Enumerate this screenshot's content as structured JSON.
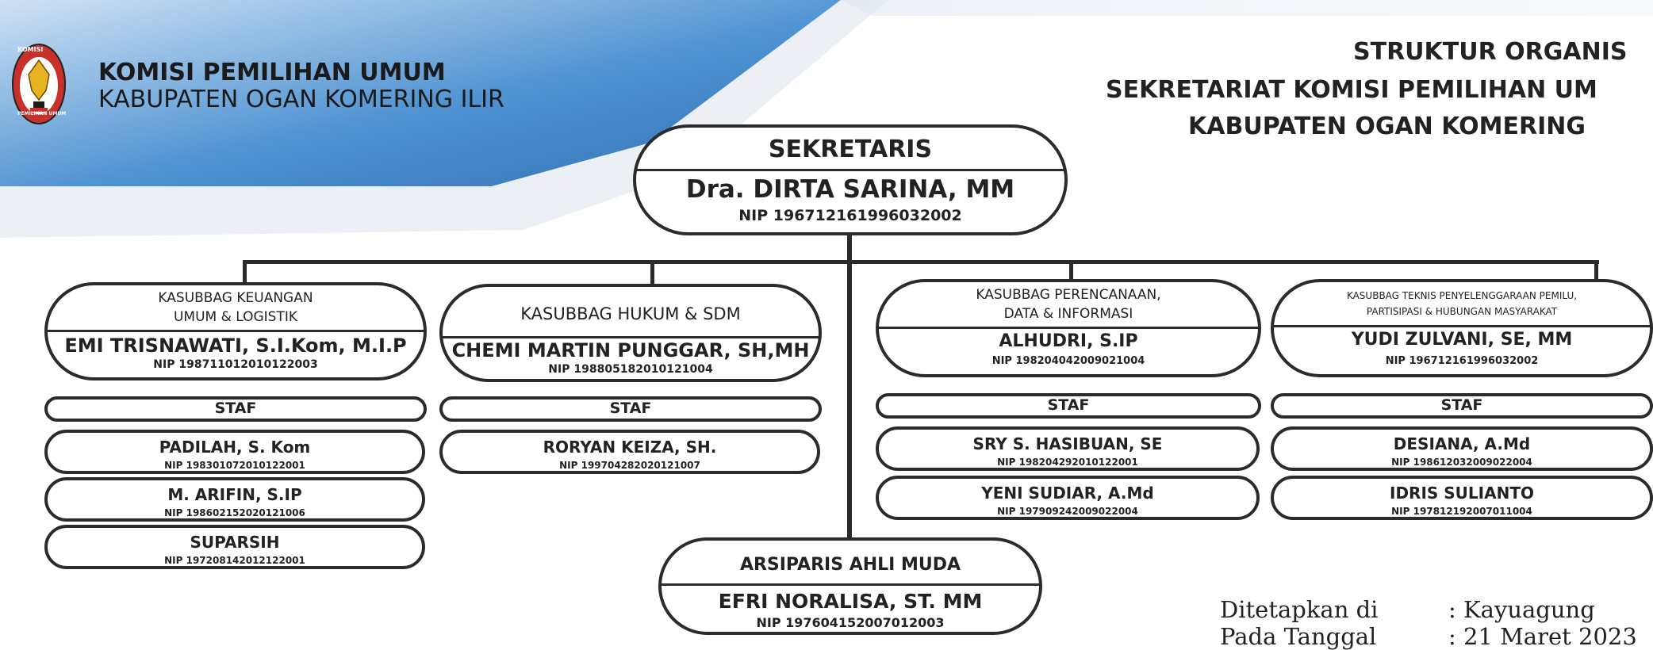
{
  "header": {
    "org_name": "KOMISI PEMILIHAN UMUM",
    "org_region": "KABUPATEN OGAN KOMERING ILIR",
    "logo_text_top": "KOMISI",
    "logo_text_bottom": "PEMILIHAN UMUM",
    "title_line1": "STRUKTUR ORGANIS",
    "title_line2": "SEKRETARIAT KOMISI PEMILIHAN UM",
    "title_line3": "KABUPATEN OGAN KOMERING"
  },
  "sekretaris": {
    "role": "SEKRETARIS",
    "name": "Dra. DIRTA SARINA, MM",
    "nip": "NIP 196712161996032002"
  },
  "units": [
    {
      "role_line1": "KASUBBAG KEUANGAN",
      "role_line2": "UMUM & LOGISTIK",
      "name": "EMI TRISNAWATI, S.I.Kom, M.I.P",
      "nip": "NIP 198711012010122003",
      "staf_label": "STAF",
      "staff": [
        {
          "name": "PADILAH, S. Kom",
          "nip": "NIP 198301072010122001"
        },
        {
          "name": "M. ARIFIN, S.IP",
          "nip": "NIP 198602152020121006"
        },
        {
          "name": "SUPARSIH",
          "nip": "NIP 197208142012122001"
        }
      ]
    },
    {
      "role_line1": "KASUBBAG HUKUM & SDM",
      "role_line2": "",
      "name": "CHEMI MARTIN PUNGGAR, SH,MH",
      "nip": "NIP 198805182010121004",
      "staf_label": "STAF",
      "staff": [
        {
          "name": "RORYAN KEIZA, SH.",
          "nip": "NIP 199704282020121007"
        }
      ]
    },
    {
      "role_line1": "KASUBBAG PERENCANAAN,",
      "role_line2": "DATA & INFORMASI",
      "name": "ALHUDRI, S.IP",
      "nip": "NIP 198204042009021004",
      "staf_label": "STAF",
      "staff": [
        {
          "name": "SRY S. HASIBUAN, SE",
          "nip": "NIP 198204292010122001"
        },
        {
          "name": "YENI SUDIAR, A.Md",
          "nip": "NIP 197909242009022004"
        }
      ]
    },
    {
      "role_line1": "KASUBBAG TEKNIS PENYELENGGARAAN PEMILU,",
      "role_line2": "PARTISIPASI & HUBUNGAN MASYARAKAT",
      "name": "YUDI ZULVANI, SE, MM",
      "nip": "NIP 196712161996032002",
      "staf_label": "STAF",
      "staff": [
        {
          "name": "DESIANA, A.Md",
          "nip": "NIP 198612032009022004"
        },
        {
          "name": "IDRIS SULIANTO",
          "nip": "NIP 197812192007011004"
        }
      ]
    }
  ],
  "arsiparis": {
    "role": "ARSIPARIS AHLI MUDA",
    "name": "EFRI NORALISA, ST. MM",
    "nip": "NIP 197604152007012003"
  },
  "signature": {
    "label1": "Ditetapkan di",
    "value1": ": Kayuagung",
    "label2": "Pada Tanggal",
    "value2": ": 21 Maret 2023"
  },
  "colors": {
    "banner_blue": "#4a8fd0",
    "line": "#2b2b2b",
    "logo_red": "#c8302a",
    "logo_gold": "#e6b422"
  }
}
